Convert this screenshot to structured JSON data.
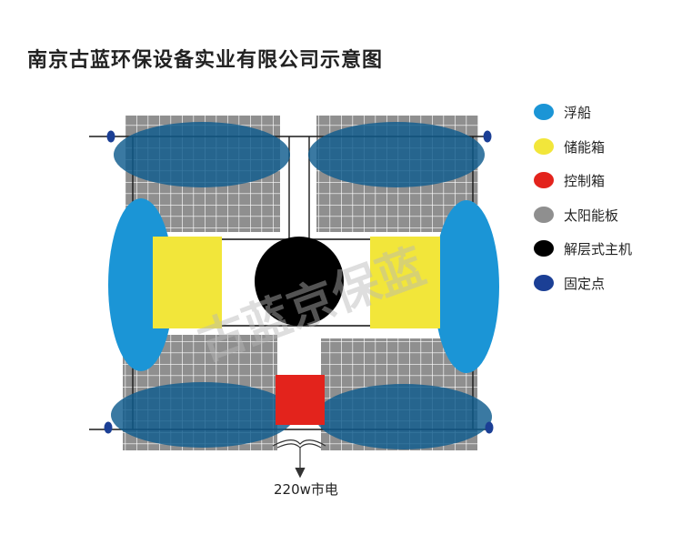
{
  "title": "南京古蓝环保设备实业有限公司示意图",
  "watermark": "古蓝京保蓝",
  "legend": [
    {
      "label": "浮船",
      "color": "#1b95d6"
    },
    {
      "label": "储能箱",
      "color": "#f2e63a"
    },
    {
      "label": "控制箱",
      "color": "#e3231c"
    },
    {
      "label": "太阳能板",
      "color": "#8f8f8f"
    },
    {
      "label": "解层式主机",
      "color": "#000000"
    },
    {
      "label": "固定点",
      "color": "#1b3f95"
    }
  ],
  "power_label": "220w市电",
  "colors": {
    "float": "#1b95d6",
    "float_overlap": "#0f5c8d",
    "battery": "#f2e63a",
    "control": "#e3231c",
    "panel": "#8f8f8f",
    "panel_grid": "#ffffff",
    "host": "#000000",
    "anchor": "#1b3f95",
    "rope": "#1a1a1a",
    "watermark": "#b8b8b8"
  }
}
